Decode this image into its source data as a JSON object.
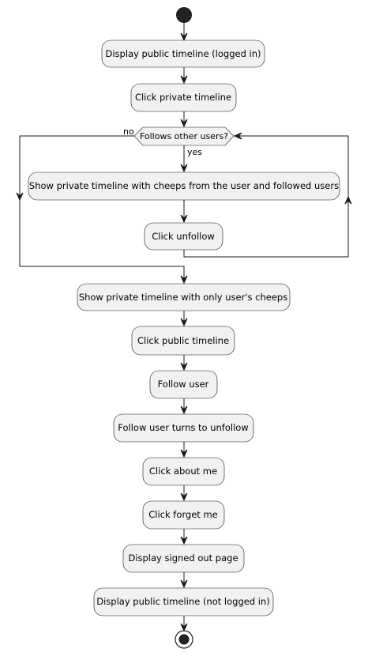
{
  "diagram": {
    "nodes": {
      "n1": "Display public timeline (logged in)",
      "n2": "Click private timeline",
      "decision": "Follows other users?",
      "n3": "Show private timeline with cheeps from the user and followed users",
      "n4": "Click unfollow",
      "n5": "Show private timeline with only user's cheeps",
      "n6": "Click public timeline",
      "n7": "Follow user",
      "n8": "Follow user turns to unfollow",
      "n9": "Click about me",
      "n10": "Click forget me",
      "n11": "Display signed out page",
      "n12": "Display public timeline (not logged in)"
    },
    "labels": {
      "no": "no",
      "yes": "yes"
    }
  }
}
